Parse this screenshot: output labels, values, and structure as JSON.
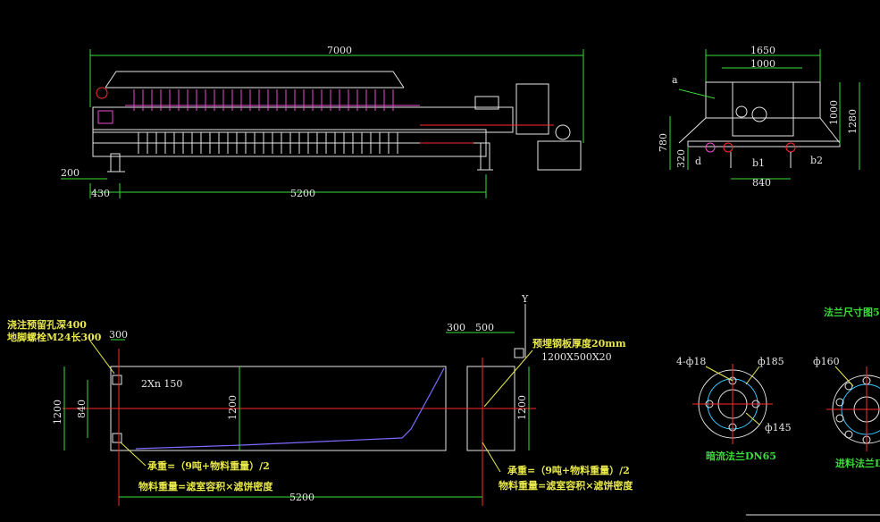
{
  "main_view": {
    "dim_overall": "7000",
    "dim_height_200": "200",
    "dim_430": "430",
    "dim_5200": "5200"
  },
  "side_view": {
    "dim_1650": "1650",
    "dim_1000_top": "1000",
    "dim_1000_right": "1000",
    "dim_1280": "1280",
    "dim_780": "780",
    "dim_320": "320",
    "dim_840": "840",
    "label_a": "a",
    "label_d": "d",
    "label_b1": "b1",
    "label_b2": "b2"
  },
  "foundation": {
    "note_line1": "浇注预留孔深400",
    "note_line2": "地脚螺栓M24长300",
    "dim_300_left": "300",
    "dim_2x_150": "2Xn 150",
    "dim_1200_left": "1200",
    "dim_840": "840",
    "dim_1200_mid": "1200",
    "dim_300_right": "300",
    "dim_500": "500",
    "axis_y": "Y",
    "plate_note_1": "预埋钢板厚度20mm",
    "plate_note_2": "1200X500X20",
    "dim_1200_right": "1200",
    "load_left_1": "承重=（9吨+物料重量）/2",
    "load_left_2": "物料重量=滤室容积×滤饼密度",
    "load_right_1": "承重=（9吨+物料重量）/2",
    "load_right_2": "物料重量=滤室容积×滤饼密度",
    "dim_5200_bottom": "5200"
  },
  "flanges": {
    "title": "法兰尺寸图5",
    "bolt_spec": "4-ф18",
    "dia_185": "ф185",
    "dia_145": "ф145",
    "dia_160": "ф160",
    "outlet_label": "暗流法兰DN65",
    "inlet_label": "进料法兰D"
  }
}
